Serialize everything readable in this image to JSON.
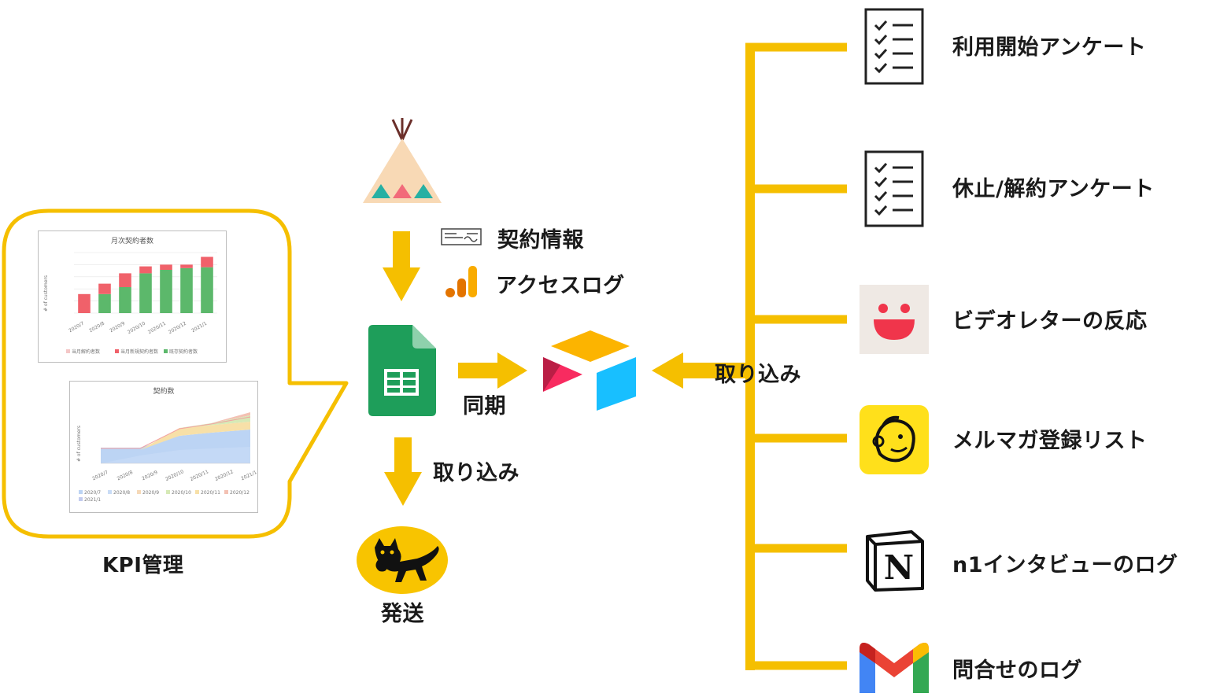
{
  "colors": {
    "accent": "#f5bf00",
    "sheets_green": "#1e9e5a",
    "text": "#1a1a1a"
  },
  "sources": [
    {
      "label": "利用開始アンケート",
      "icon": "checklist-icon"
    },
    {
      "label": "休止/解約アンケート",
      "icon": "checklist-icon"
    },
    {
      "label": "ビデオレターの反応",
      "icon": "smile-face-icon"
    },
    {
      "label": "メルマガ登録リスト",
      "icon": "mailchimp-icon"
    },
    {
      "label": "n1インタビューのログ",
      "icon": "notion-icon"
    },
    {
      "label": "問合せのログ",
      "icon": "gmail-icon"
    }
  ],
  "flow": {
    "contract_info": "契約情報",
    "access_log": "アクセスログ",
    "sync": "同期",
    "import_right": "取り込み",
    "import_down": "取り込み",
    "shipping": "発送",
    "kpi": "KPI管理"
  },
  "kpi_charts": {
    "chart1": {
      "type": "bar",
      "title": "月次契約者数",
      "ylabel": "# of customers",
      "categories": [
        "2020/7",
        "2020/8",
        "2020/9",
        "2020/10",
        "2020/11",
        "2020/12",
        "2021/1"
      ],
      "series": [
        {
          "name": "当月解約者数",
          "values": [
            0,
            0,
            0,
            0,
            0,
            0,
            0
          ]
        },
        {
          "name": "当月新規契約者数",
          "values": [
            22,
            12,
            16,
            8,
            6,
            4,
            12
          ]
        },
        {
          "name": "既存契約者数",
          "values": [
            0,
            22,
            30,
            46,
            50,
            52,
            53
          ]
        }
      ]
    },
    "chart2": {
      "type": "area",
      "title": "契約数",
      "ylabel": "# of customers",
      "categories": [
        "2020/7",
        "2020/8",
        "2020/9",
        "2020/10",
        "2020/11",
        "2020/12",
        "2021/1"
      ],
      "legend": [
        "2020/7",
        "2020/8",
        "2020/9",
        "2020/10",
        "2020/11",
        "2020/12",
        "2021/1"
      ]
    }
  }
}
